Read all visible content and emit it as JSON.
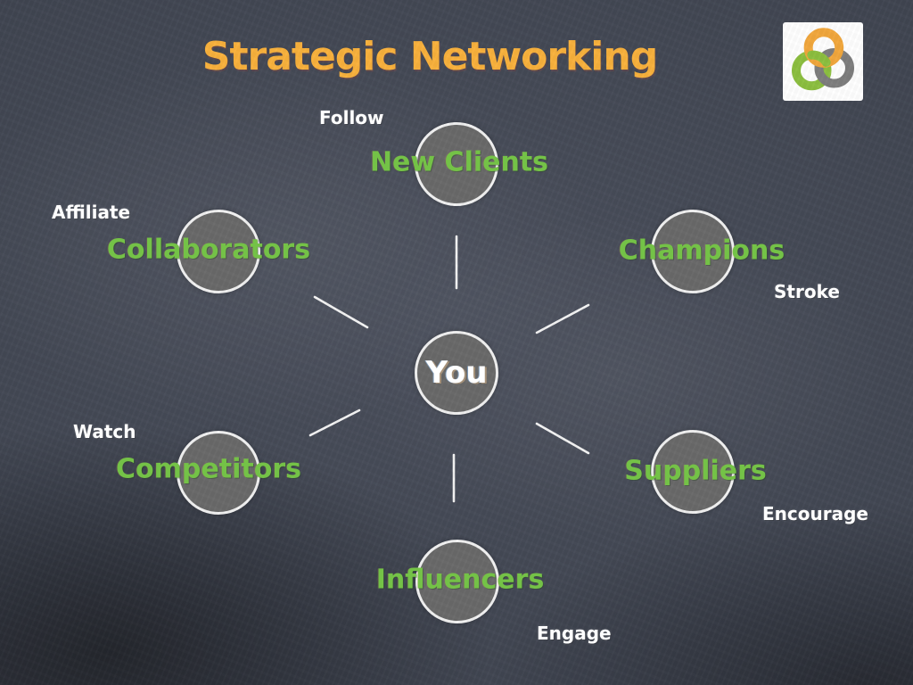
{
  "slide": {
    "title": "Strategic Networking"
  },
  "logo": {
    "name": "three-interlocking-rings",
    "background": "#ffffff",
    "ring_colors": {
      "orange": "#f2a73c",
      "green": "#8cbf3f",
      "gray": "#7d7d7d"
    }
  },
  "colors": {
    "background": "#3f4450",
    "title": "#f9b13c",
    "node_label": "#74c247",
    "action_label": "#ffffff",
    "node_fill": "#696969",
    "node_stroke": "#f2f2f2"
  },
  "diagram": {
    "center": {
      "label": "You"
    },
    "nodes": [
      {
        "label": "New Clients",
        "action": "Follow",
        "position": "top"
      },
      {
        "label": "Collaborators",
        "action": "Affiliate",
        "position": "upper-left"
      },
      {
        "label": "Champions",
        "action": "Stroke",
        "position": "upper-right"
      },
      {
        "label": "Competitors",
        "action": "Watch",
        "position": "lower-left"
      },
      {
        "label": "Suppliers",
        "action": "Encourage",
        "position": "lower-right"
      },
      {
        "label": "Influencers",
        "action": "Engage",
        "position": "bottom"
      }
    ]
  }
}
